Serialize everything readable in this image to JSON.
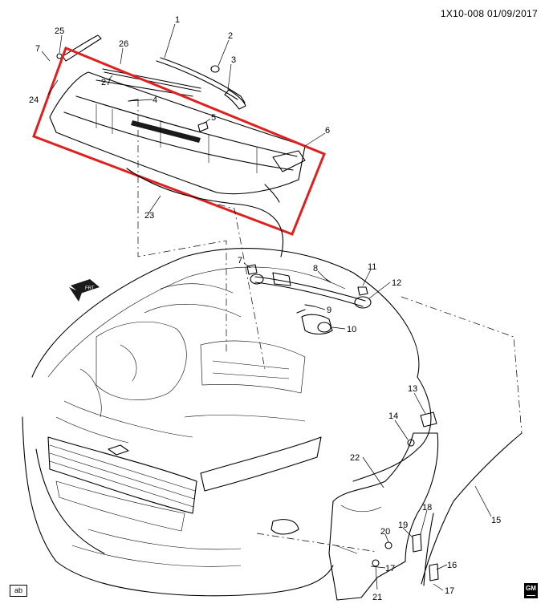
{
  "doc": {
    "code": "1X10-008",
    "date": "01/09/2017",
    "corner_tag": "ab",
    "brand": "GM",
    "fwd_label": "FRT"
  },
  "highlight_color": "#e0201e",
  "callouts": [
    {
      "id": "c1",
      "label": "1"
    },
    {
      "id": "c2",
      "label": "2"
    },
    {
      "id": "c3",
      "label": "3"
    },
    {
      "id": "c4",
      "label": "4"
    },
    {
      "id": "c5",
      "label": "5"
    },
    {
      "id": "c6",
      "label": "6"
    },
    {
      "id": "c7a",
      "label": "7"
    },
    {
      "id": "c7b",
      "label": "7"
    },
    {
      "id": "c8",
      "label": "8"
    },
    {
      "id": "c9",
      "label": "9"
    },
    {
      "id": "c10",
      "label": "10"
    },
    {
      "id": "c11",
      "label": "11"
    },
    {
      "id": "c12",
      "label": "12"
    },
    {
      "id": "c13",
      "label": "13"
    },
    {
      "id": "c14",
      "label": "14"
    },
    {
      "id": "c15",
      "label": "15"
    },
    {
      "id": "c16",
      "label": "16"
    },
    {
      "id": "c17a",
      "label": "17"
    },
    {
      "id": "c17b",
      "label": "17"
    },
    {
      "id": "c18",
      "label": "18"
    },
    {
      "id": "c19",
      "label": "19"
    },
    {
      "id": "c20",
      "label": "20"
    },
    {
      "id": "c21",
      "label": "21"
    },
    {
      "id": "c22",
      "label": "22"
    },
    {
      "id": "c23",
      "label": "23"
    },
    {
      "id": "c24",
      "label": "24"
    },
    {
      "id": "c25",
      "label": "25"
    },
    {
      "id": "c26",
      "label": "26"
    },
    {
      "id": "c27",
      "label": "27"
    }
  ]
}
